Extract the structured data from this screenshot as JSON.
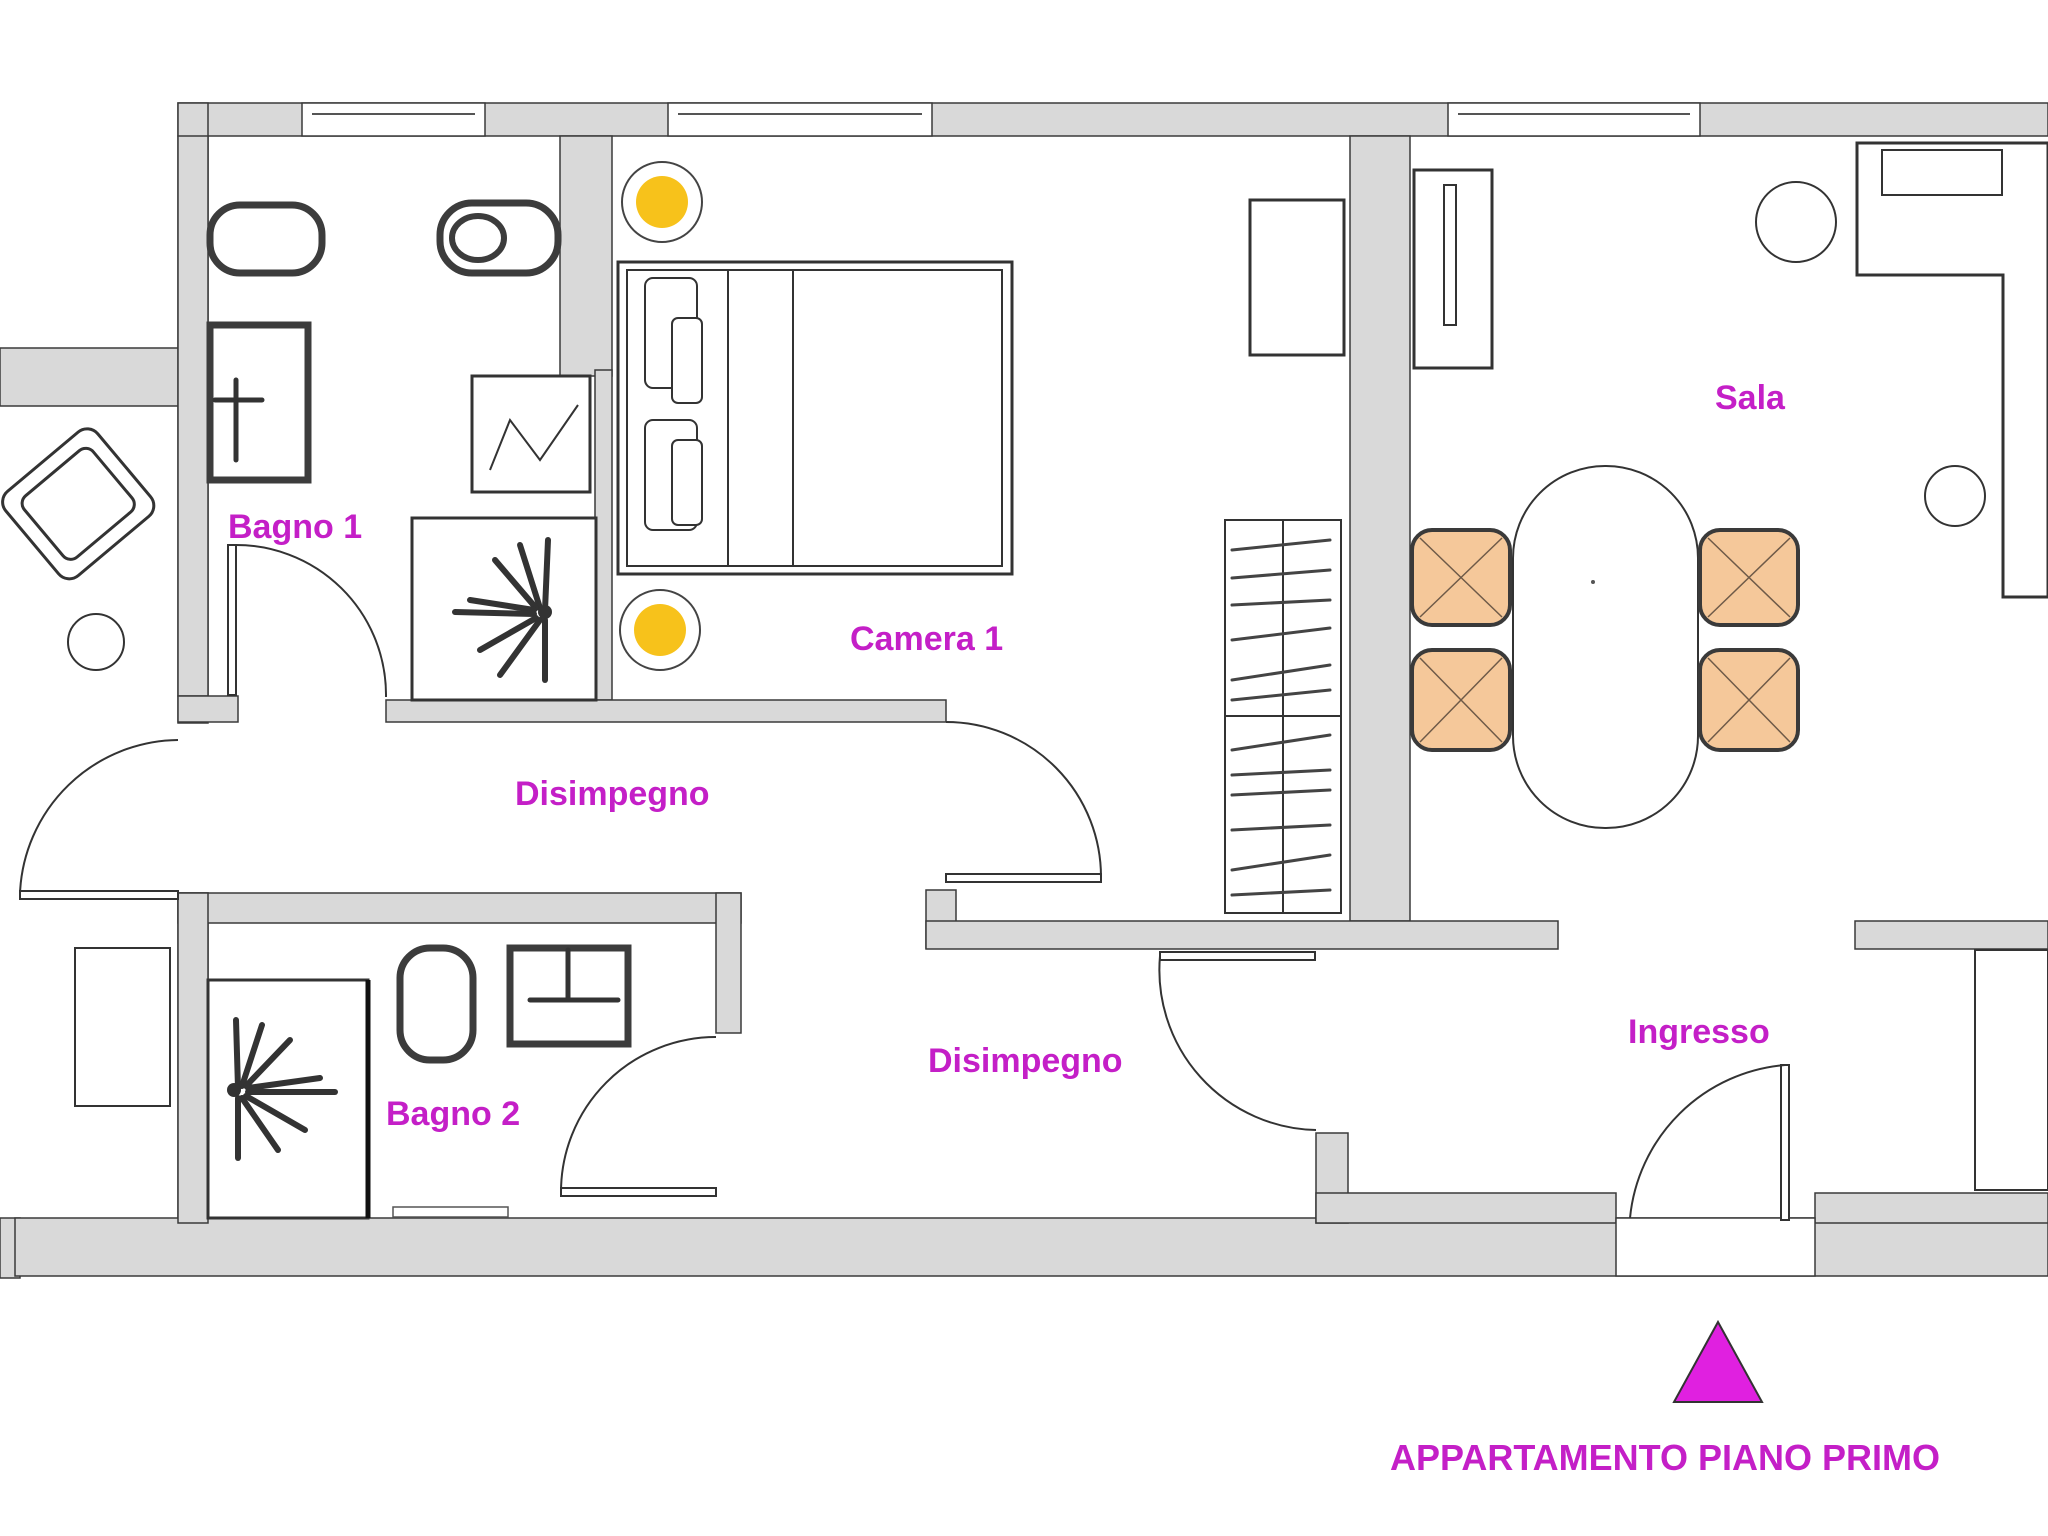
{
  "plan": {
    "title": "APPARTAMENTO PIANO PRIMO",
    "label_color": "#c41fc7",
    "entrance_marker_color": "#e020e0",
    "wall_color": "#d9d9d9",
    "chair_color": "#f5c89a",
    "lamp_color": "#f7c21b",
    "rooms": {
      "bagno1": "Bagno 1",
      "camera1": "Camera 1",
      "disimpegno1": "Disimpegno",
      "disimpegno2": "Disimpegno",
      "bagno2": "Bagno 2",
      "sala": "Sala",
      "ingresso": "Ingresso"
    }
  }
}
